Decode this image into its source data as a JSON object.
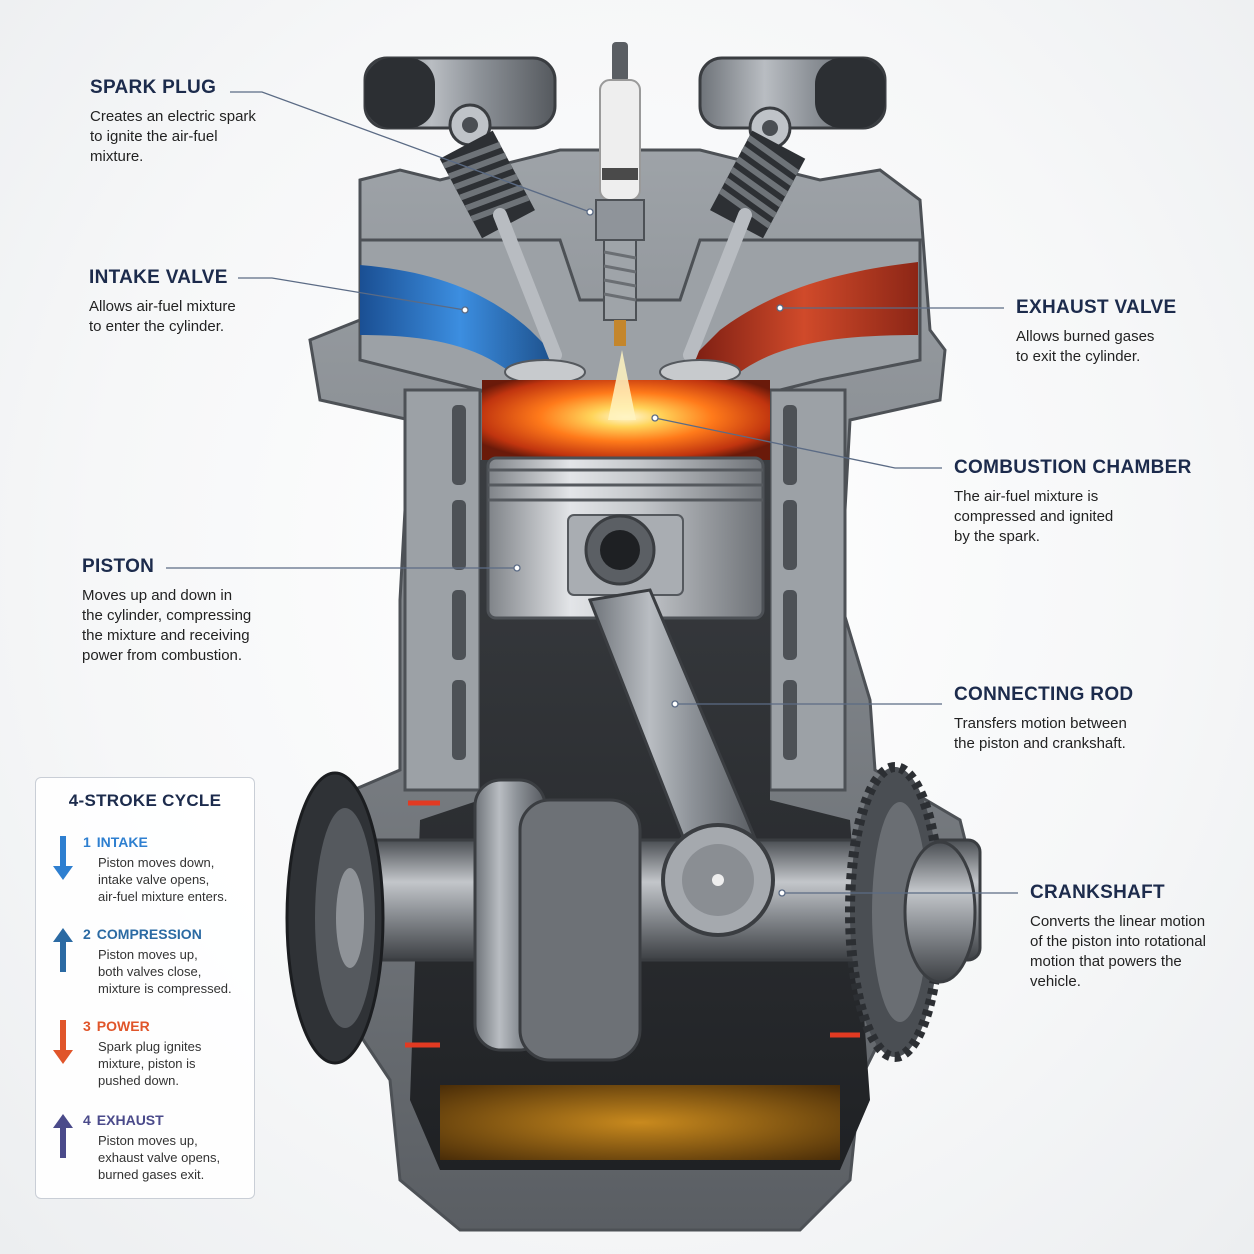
{
  "colors": {
    "title": "#1c2b4c",
    "intake_blue": "#2e7fd0",
    "compression_blue": "#2b6aa3",
    "power_orange": "#e0552a",
    "exhaust_purple": "#4a4a8a",
    "leader_line": "#5b6b85"
  },
  "labels": {
    "spark_plug": {
      "title": "SPARK PLUG",
      "desc": "Creates an electric spark\nto ignite the air-fuel\nmixture."
    },
    "intake_valve": {
      "title": "INTAKE VALVE",
      "desc": "Allows air-fuel mixture\nto enter the cylinder."
    },
    "exhaust_valve": {
      "title": "EXHAUST VALVE",
      "desc": "Allows burned gases\nto exit the cylinder."
    },
    "combustion_chamber": {
      "title": "COMBUSTION CHAMBER",
      "desc": "The air-fuel mixture is\ncompressed and ignited\nby the spark."
    },
    "piston": {
      "title": "PISTON",
      "desc": "Moves up and down in\nthe cylinder, compressing\nthe mixture and receiving\npower from combustion."
    },
    "connecting_rod": {
      "title": "CONNECTING ROD",
      "desc": "Transfers motion between\nthe piston and crankshaft."
    },
    "crankshaft": {
      "title": "CRANKSHAFT",
      "desc": "Converts the linear motion\nof the piston into rotational\nmotion that powers the\nvehicle."
    }
  },
  "cycle": {
    "title": "4-STROKE CYCLE",
    "strokes": [
      {
        "num": "1",
        "name": "INTAKE",
        "desc": "Piston moves down,\nintake valve opens,\nair-fuel mixture enters.",
        "direction": "down",
        "color": "#2e7fd0",
        "icon": "arrow-down-icon"
      },
      {
        "num": "2",
        "name": "COMPRESSION",
        "desc": "Piston moves up,\nboth valves close,\nmixture is compressed.",
        "direction": "up",
        "color": "#2b6aa3",
        "icon": "arrow-up-icon"
      },
      {
        "num": "3",
        "name": "POWER",
        "desc": "Spark plug ignites\nmixture, piston is\npushed down.",
        "direction": "down",
        "color": "#e0552a",
        "icon": "arrow-down-icon"
      },
      {
        "num": "4",
        "name": "EXHAUST",
        "desc": "Piston moves up,\nexhaust valve opens,\nburned gases exit.",
        "direction": "up",
        "color": "#4a4a8a",
        "icon": "arrow-up-icon"
      }
    ]
  }
}
